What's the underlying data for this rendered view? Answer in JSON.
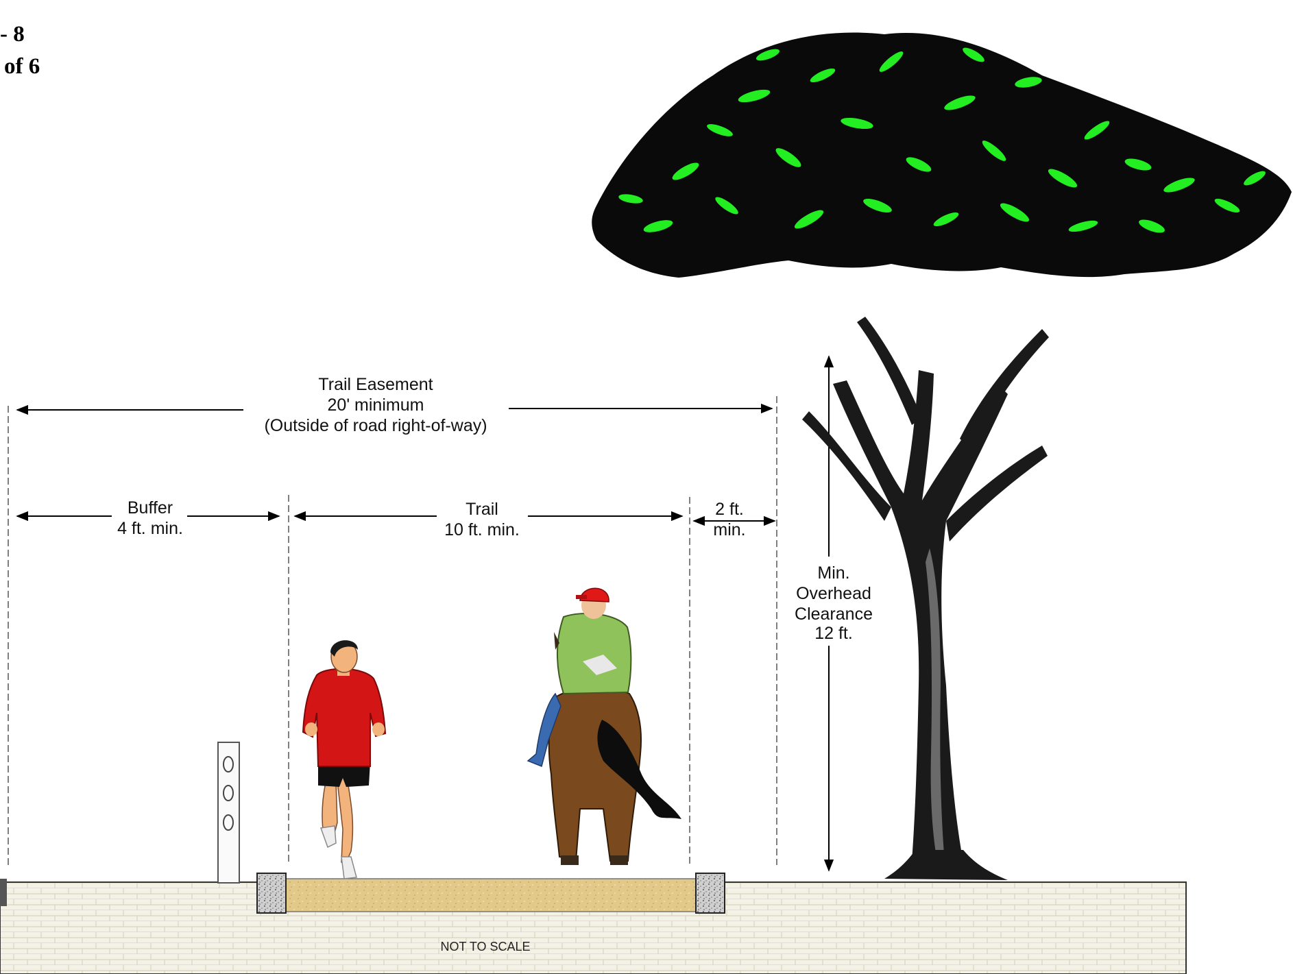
{
  "page": {
    "number_fragment": "- 8",
    "total_fragment": "of 6"
  },
  "dimensions": {
    "easement": {
      "title": "Trail Easement",
      "value": "20' minimum",
      "note": "(Outside of road right-of-way)"
    },
    "buffer": {
      "title": "Buffer",
      "value": "4 ft. min."
    },
    "trail": {
      "title": "Trail",
      "value": "10 ft. min."
    },
    "shoulder": {
      "title": "2 ft.",
      "value": "min."
    },
    "clearance": {
      "line1": "Min.",
      "line2": "Overhead",
      "line3": "Clearance",
      "line4": "12 ft."
    }
  },
  "footer": {
    "scale_note": "NOT TO SCALE"
  },
  "colors": {
    "foliage_bright": "#22ee22",
    "foliage_dark": "#0a0a0a",
    "trunk": "#1a1a1a",
    "trail_surface": "#e2c98a",
    "ground": "#f4f2e6",
    "runner_shirt": "#d41515",
    "rider_shirt": "#8fc25a",
    "rider_cap": "#e01818",
    "horse": "#7a4a1e"
  },
  "icons": [
    "tree-icon",
    "runner-icon",
    "horse-rider-icon",
    "post-marker-icon",
    "curb-icon"
  ]
}
